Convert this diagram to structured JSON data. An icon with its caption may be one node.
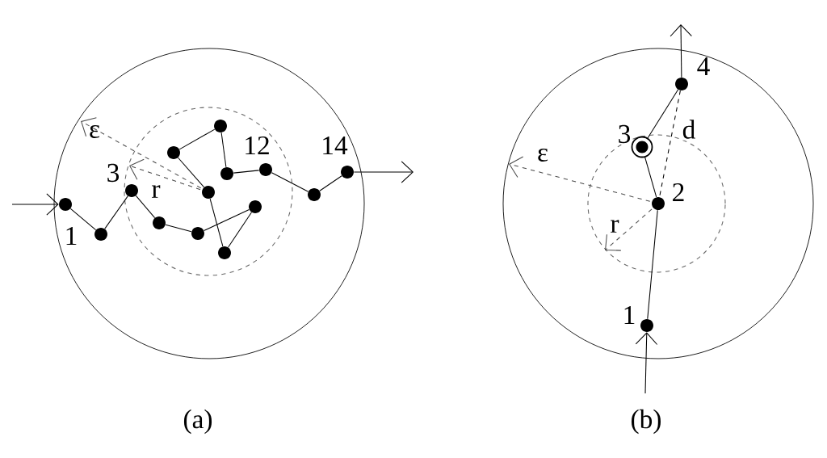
{
  "diagram": {
    "nodes": [
      {
        "text": [],
        "shape": "circle",
        "beside": [
          "1"
        ]
      },
      {
        "text": [],
        "shape": "circle"
      },
      {
        "text": [],
        "shape": "circle",
        "beside": [
          "3"
        ]
      },
      {
        "text": [],
        "shape": "circle"
      },
      {
        "text": [],
        "shape": "circle"
      },
      {
        "text": [],
        "shape": "circle"
      },
      {
        "text": [],
        "shape": "circle"
      },
      {
        "text": [],
        "shape": "circle"
      },
      {
        "text": [],
        "shape": "circle"
      },
      {
        "text": [],
        "shape": "circle"
      },
      {
        "text": [],
        "shape": "circle"
      },
      {
        "text": [],
        "shape": "circle",
        "beside": [
          "12"
        ]
      },
      {
        "text": [],
        "shape": "circle"
      },
      {
        "text": [],
        "shape": "circle",
        "beside": [
          "14"
        ]
      },
      {
        "text": [],
        "shape": "circle",
        "beside": [
          "1"
        ]
      },
      {
        "text": [],
        "shape": "circle",
        "beside": [
          "2"
        ]
      },
      {
        "text": [],
        "shape": "ring",
        "beside": [
          "3"
        ]
      },
      {
        "text": [],
        "shape": "circle",
        "beside": [
          "4"
        ]
      }
    ],
    "edges": [
      {
        "from": null,
        "to": 0,
        "arrow": "to"
      },
      {
        "from": 0,
        "to": 1,
        "arrow": "none"
      },
      {
        "from": 1,
        "to": 2,
        "arrow": "none"
      },
      {
        "from": 2,
        "to": 3,
        "arrow": "none"
      },
      {
        "from": 3,
        "to": 4,
        "arrow": "none"
      },
      {
        "from": 4,
        "to": 5,
        "arrow": "none"
      },
      {
        "from": 5,
        "to": 6,
        "arrow": "none"
      },
      {
        "from": 6,
        "to": 7,
        "arrow": "none"
      },
      {
        "from": 7,
        "to": 8,
        "arrow": "none"
      },
      {
        "from": 8,
        "to": 9,
        "arrow": "none"
      },
      {
        "from": 9,
        "to": 10,
        "arrow": "none"
      },
      {
        "from": 10,
        "to": 11,
        "arrow": "none"
      },
      {
        "from": 11,
        "to": 12,
        "arrow": "none"
      },
      {
        "from": 12,
        "to": 13,
        "arrow": "none"
      },
      {
        "from": 13,
        "to": null,
        "arrow": "to"
      },
      {
        "from": null,
        "to": 14,
        "arrow": "to"
      },
      {
        "from": 14,
        "to": 15,
        "arrow": "none"
      },
      {
        "from": 15,
        "to": 16,
        "arrow": "none"
      },
      {
        "from": 16,
        "to": 17,
        "arrow": "none"
      },
      {
        "from": 17,
        "to": null,
        "arrow": "to"
      },
      {
        "from": 17,
        "to": 15,
        "arrow": "none",
        "style": "dashed",
        "label": "d"
      }
    ],
    "labels": [
      "ε",
      "r",
      "ε",
      "r",
      "(a)",
      "(b)"
    ]
  }
}
